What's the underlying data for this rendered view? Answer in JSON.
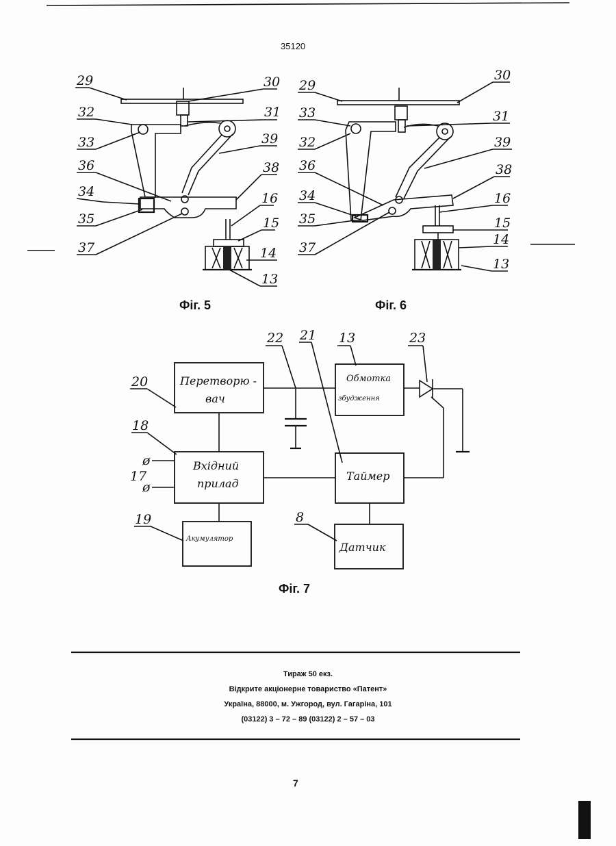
{
  "document_number": "35120",
  "page_number": "7",
  "figures": {
    "fig5": {
      "caption": "Фіг. 5",
      "labels": [
        "29",
        "30",
        "32",
        "31",
        "33",
        "39",
        "36",
        "38",
        "34",
        "16",
        "35",
        "15",
        "37",
        "14",
        "13"
      ]
    },
    "fig6": {
      "caption": "Фіг. 6",
      "labels": [
        "29",
        "30",
        "33",
        "31",
        "32",
        "39",
        "36",
        "38",
        "34",
        "16",
        "35",
        "15",
        "37",
        "14",
        "13"
      ]
    },
    "fig7": {
      "caption": "Фіг. 7",
      "blocks": {
        "converter_line1": "Перетворю -",
        "converter_line2": "вач",
        "winding_line1": "Обмотка",
        "winding_line2": "збудження",
        "input_line1": "Вхідний",
        "input_line2": "прилад",
        "timer": "Таймер",
        "battery": "Акумулятор",
        "sensor": "Датчик"
      },
      "refs": {
        "converter": "20",
        "input": "18",
        "terminal": "17",
        "battery": "19",
        "capacitor": "22",
        "timer": "21",
        "winding": "13",
        "thyristor": "23",
        "sensor": "8"
      },
      "terminal_symbol": "ø"
    }
  },
  "imprint": {
    "line1": "Тираж 50 екз.",
    "line2": "Відкрите акціонерне товариство «Патент»",
    "line3": "Україна, 88000, м. Ужгород, вул. Гагаріна, 101",
    "line4": "(03122) 3 – 72 – 89   (03122) 2 – 57 – 03"
  }
}
